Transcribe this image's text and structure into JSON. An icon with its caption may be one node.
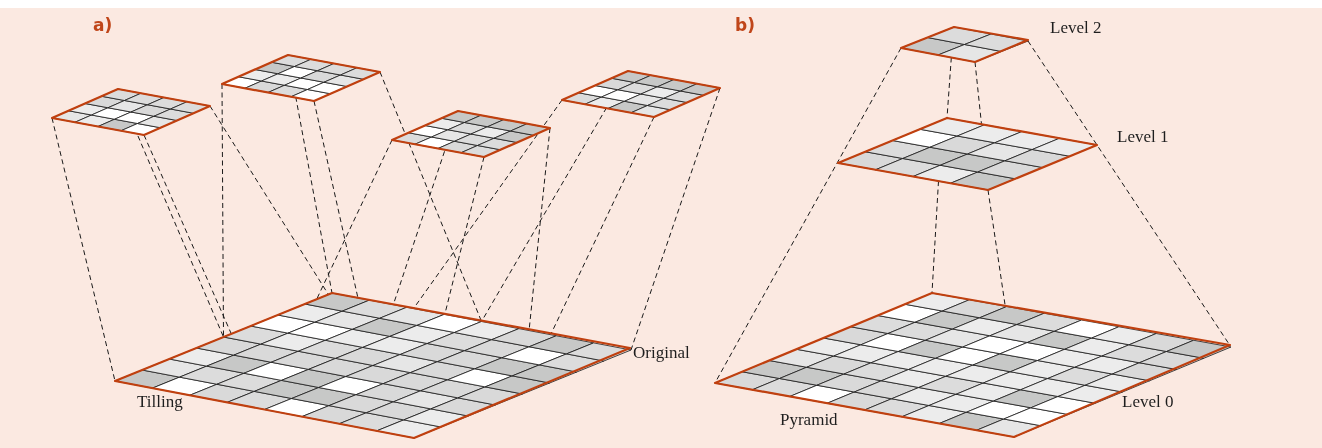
{
  "diagram": {
    "nodes": [
      {
        "text": [],
        "shape": "grid"
      },
      {
        "text": [],
        "shape": "grid"
      },
      {
        "text": [],
        "shape": "grid"
      },
      {
        "text": [],
        "shape": "grid"
      },
      {
        "text": [],
        "shape": "grid",
        "beside": [
          "Original"
        ]
      },
      {
        "text": [],
        "shape": "grid",
        "beside": [
          "Level 2"
        ]
      },
      {
        "text": [],
        "shape": "grid",
        "beside": [
          "Level 1"
        ]
      },
      {
        "text": [],
        "shape": "grid",
        "beside": [
          "Level 0"
        ]
      }
    ],
    "edges": [
      {
        "from": 0,
        "to": 4,
        "arrow": "none",
        "style": "dashed"
      },
      {
        "from": 0,
        "to": 4,
        "arrow": "none",
        "style": "dashed"
      },
      {
        "from": 0,
        "to": 4,
        "arrow": "none",
        "style": "dashed"
      },
      {
        "from": 0,
        "to": 4,
        "arrow": "none",
        "style": "dashed"
      },
      {
        "from": 1,
        "to": 4,
        "arrow": "none",
        "style": "dashed"
      },
      {
        "from": 1,
        "to": 4,
        "arrow": "none",
        "style": "dashed"
      },
      {
        "from": 1,
        "to": 4,
        "arrow": "none",
        "style": "dashed"
      },
      {
        "from": 1,
        "to": 4,
        "arrow": "none",
        "style": "dashed"
      },
      {
        "from": 2,
        "to": 4,
        "arrow": "none",
        "style": "dashed"
      },
      {
        "from": 2,
        "to": 4,
        "arrow": "none",
        "style": "dashed"
      },
      {
        "from": 2,
        "to": 4,
        "arrow": "none",
        "style": "dashed"
      },
      {
        "from": 2,
        "to": 4,
        "arrow": "none",
        "style": "dashed"
      },
      {
        "from": 3,
        "to": 4,
        "arrow": "none",
        "style": "dashed"
      },
      {
        "from": 3,
        "to": 4,
        "arrow": "none",
        "style": "dashed"
      },
      {
        "from": 3,
        "to": 4,
        "arrow": "none",
        "style": "dashed"
      },
      {
        "from": 3,
        "to": 4,
        "arrow": "none",
        "style": "dashed"
      },
      {
        "from": 5,
        "to": 7,
        "arrow": "none",
        "style": "dashed"
      },
      {
        "from": 5,
        "to": 7,
        "arrow": "none",
        "style": "dashed"
      },
      {
        "from": 5,
        "to": 6,
        "arrow": "none",
        "style": "dashed"
      },
      {
        "from": 5,
        "to": 6,
        "arrow": "none",
        "style": "dashed"
      },
      {
        "from": 6,
        "to": 7,
        "arrow": "none",
        "style": "dashed"
      },
      {
        "from": 6,
        "to": 7,
        "arrow": "none",
        "style": "dashed"
      }
    ],
    "labels": [
      "a)",
      "b)",
      "Tilling",
      "Pyramid"
    ]
  }
}
